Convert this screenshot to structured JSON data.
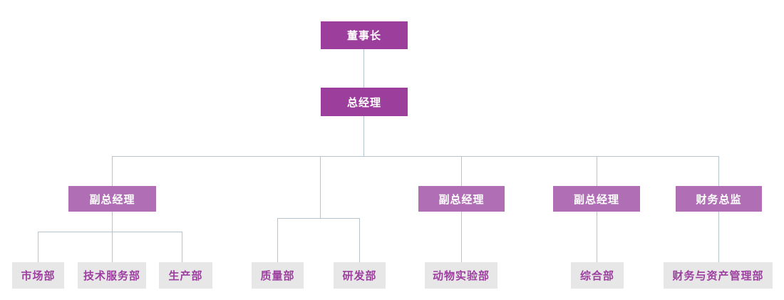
{
  "diagram": {
    "type": "organization-chart",
    "tree": {
      "label": "董事长",
      "children": [
        {
          "label": "总经理",
          "children": [
            {
              "label": "副总经理",
              "children": [
                {
                  "label": "市场部"
                },
                {
                  "label": "技术服务部"
                },
                {
                  "label": "生产部"
                }
              ]
            },
            {
              "label": "",
              "children": [
                {
                  "label": "质量部"
                },
                {
                  "label": "研发部"
                }
              ]
            },
            {
              "label": "副总经理",
              "children": [
                {
                  "label": "动物实验部"
                }
              ]
            },
            {
              "label": "副总经理",
              "children": [
                {
                  "label": "综合部"
                }
              ]
            },
            {
              "label": "财务总监",
              "children": [
                {
                  "label": "财务与资产管理部"
                }
              ]
            }
          ]
        }
      ]
    }
  },
  "colors": {
    "background": "#ffffff",
    "executive_box": "#9c3e9c",
    "manager_box": "#b06fb5",
    "department_box": "#e8e7e8",
    "department_text": "#9c3f9f",
    "connector": "#b5c4cd"
  }
}
